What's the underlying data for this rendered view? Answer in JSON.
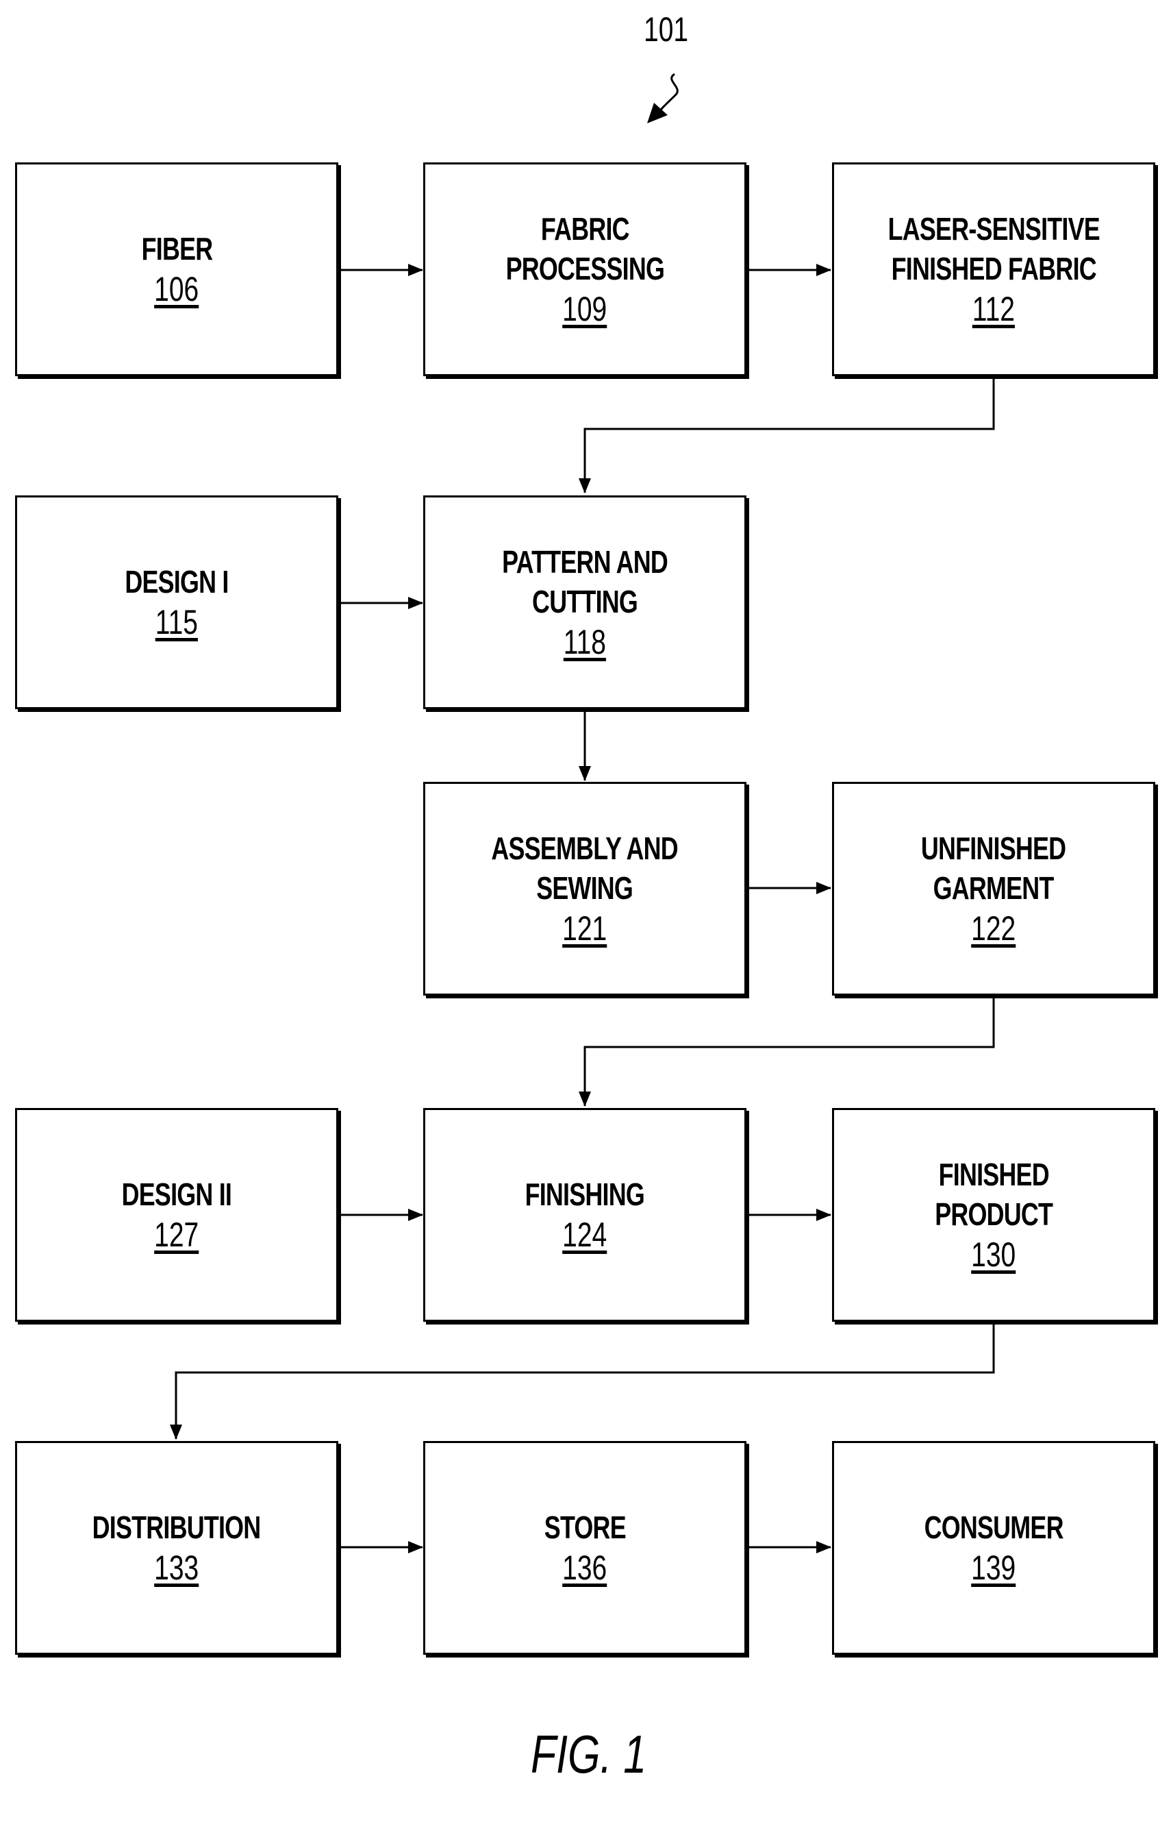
{
  "figure_ref": "101",
  "caption": "FIG. 1",
  "boxes": {
    "fiber": {
      "label": "FIBER",
      "ref": "106"
    },
    "fabric_processing": {
      "label": "FABRIC\nPROCESSING",
      "ref": "109"
    },
    "laser_fabric": {
      "label": "LASER-SENSITIVE\nFINISHED FABRIC",
      "ref": "112"
    },
    "design_1": {
      "label": "DESIGN I",
      "ref": "115"
    },
    "pattern_cutting": {
      "label": "PATTERN AND\nCUTTING",
      "ref": "118"
    },
    "assembly_sewing": {
      "label": "ASSEMBLY AND\nSEWING",
      "ref": "121"
    },
    "unfinished_garment": {
      "label": "UNFINISHED\nGARMENT",
      "ref": "122"
    },
    "design_2": {
      "label": "DESIGN II",
      "ref": "127"
    },
    "finishing": {
      "label": "FINISHING",
      "ref": "124"
    },
    "finished_product": {
      "label": "FINISHED\nPRODUCT",
      "ref": "130"
    },
    "distribution": {
      "label": "DISTRIBUTION",
      "ref": "133"
    },
    "store": {
      "label": "STORE",
      "ref": "136"
    },
    "consumer": {
      "label": "CONSUMER",
      "ref": "139"
    }
  },
  "colors": {
    "line": "#000000",
    "background": "#ffffff"
  }
}
